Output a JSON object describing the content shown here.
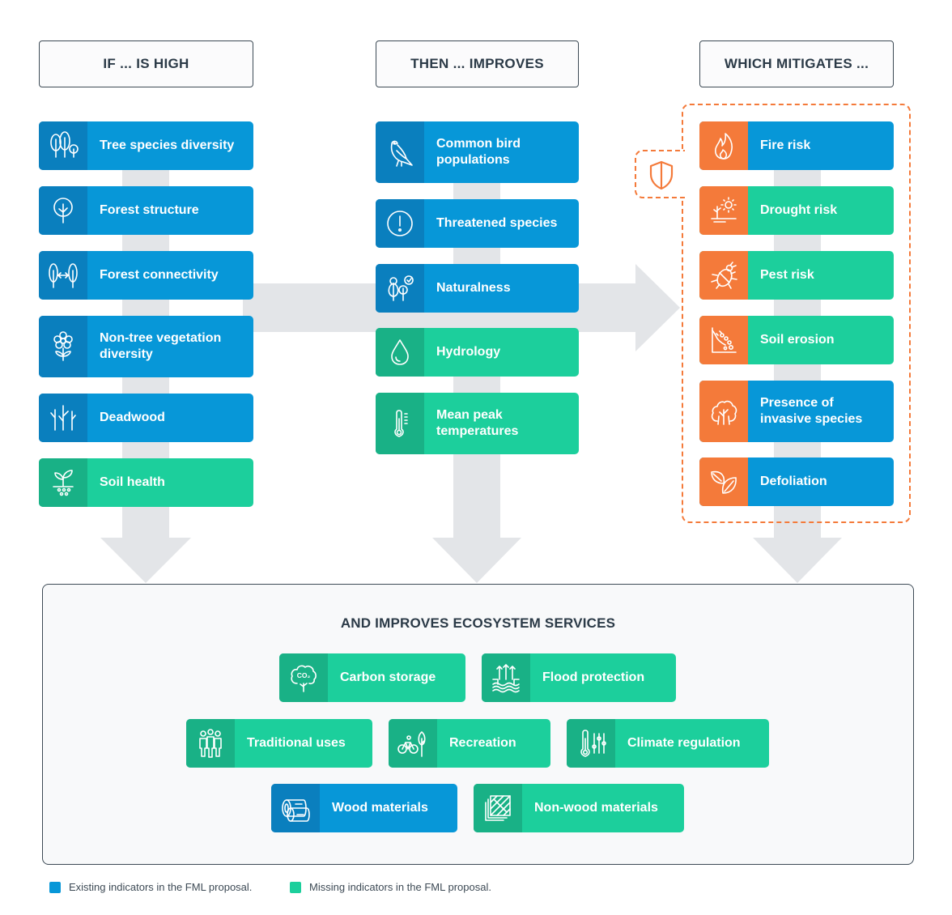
{
  "headers": {
    "col1": "IF ... IS HIGH",
    "col2": "THEN ... IMPROVES",
    "col3": "WHICH MITIGATES ..."
  },
  "col1": [
    {
      "label": "Tree species diversity",
      "status": "existing",
      "icon": "trees-icon"
    },
    {
      "label": "Forest structure",
      "status": "existing",
      "icon": "tree-icon"
    },
    {
      "label": "Forest connectivity",
      "status": "existing",
      "icon": "connected-trees-icon"
    },
    {
      "label": "Non-tree vegetation diversity",
      "status": "existing",
      "icon": "flower-icon"
    },
    {
      "label": "Deadwood",
      "status": "existing",
      "icon": "deadwood-icon"
    },
    {
      "label": "Soil health",
      "status": "missing",
      "icon": "soil-sprout-icon"
    }
  ],
  "col2": [
    {
      "label": "Common bird populations",
      "status": "existing",
      "icon": "bird-icon"
    },
    {
      "label": "Threatened species",
      "status": "existing",
      "icon": "alert-icon"
    },
    {
      "label": "Naturalness",
      "status": "existing",
      "icon": "natural-trees-icon"
    },
    {
      "label": "Hydrology",
      "status": "missing",
      "icon": "water-drop-icon"
    },
    {
      "label": "Mean peak temperatures",
      "status": "missing",
      "icon": "thermometer-icon"
    }
  ],
  "col3": [
    {
      "label": "Fire risk",
      "status": "existing",
      "icon": "fire-icon"
    },
    {
      "label": "Drought risk",
      "status": "missing",
      "icon": "drought-icon"
    },
    {
      "label": "Pest risk",
      "status": "missing",
      "icon": "beetle-icon"
    },
    {
      "label": "Soil erosion",
      "status": "missing",
      "icon": "erosion-icon"
    },
    {
      "label": "Presence of invasive species",
      "status": "existing",
      "icon": "invasive-plant-icon"
    },
    {
      "label": "Defoliation",
      "status": "existing",
      "icon": "leaves-icon"
    }
  ],
  "shield_icon": "shield-icon",
  "services": {
    "title": "AND IMPROVES ECOSYSTEM SERVICES",
    "items": [
      {
        "label": "Carbon storage",
        "status": "missing",
        "icon": "co2-tree-icon",
        "co2_text": "CO₂"
      },
      {
        "label": "Flood protection",
        "status": "missing",
        "icon": "flood-icon"
      },
      {
        "label": "Traditional uses",
        "status": "missing",
        "icon": "people-icon"
      },
      {
        "label": "Recreation",
        "status": "missing",
        "icon": "bike-tree-icon"
      },
      {
        "label": "Climate regulation",
        "status": "missing",
        "icon": "climate-icon"
      },
      {
        "label": "Wood materials",
        "status": "existing",
        "icon": "logs-icon"
      },
      {
        "label": "Non-wood materials",
        "status": "missing",
        "icon": "mat-weave-icon"
      }
    ]
  },
  "legend": {
    "existing": "Existing indicators in the FML proposal.",
    "missing": "Missing indicators in the FML proposal."
  },
  "colors": {
    "existing_bg": "#0797d8",
    "missing_bg": "#1ccf9c",
    "mitigation_icon_bg": "#f47a3a",
    "arrow_gray": "#e3e5e8"
  }
}
